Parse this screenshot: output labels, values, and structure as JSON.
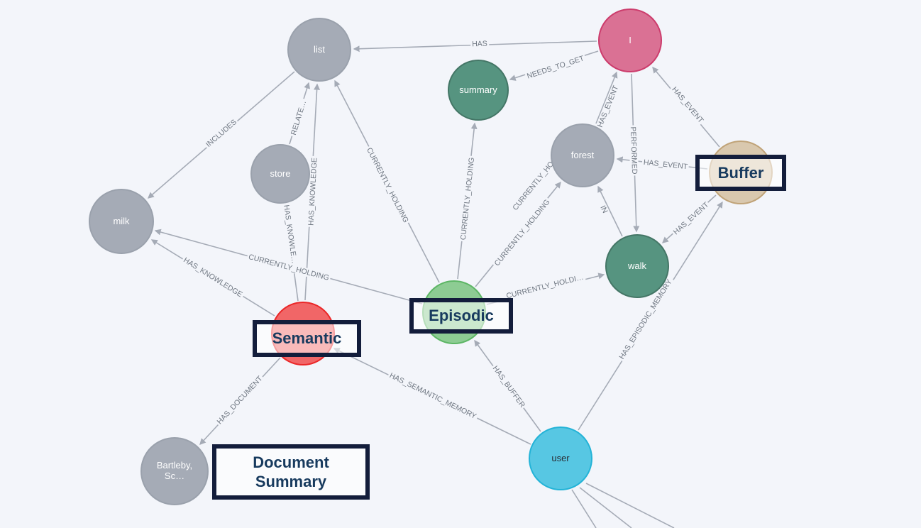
{
  "canvas": {
    "background": "#f3f5fa",
    "edge_color": "#A5ABB6",
    "edge_label_color": "#6e7681"
  },
  "palette": {
    "node_gray": "#A5ABB6",
    "node_rose": "#DA7194",
    "node_green": "#569480",
    "node_light_green": "#8DCC93",
    "node_red": "#F16667",
    "node_blue": "#57C7E3",
    "node_tan": "#D9C8AE",
    "annotation_border": "#131d3b",
    "annotation_text": "#173a5e"
  },
  "graph": {
    "nodes": {
      "list": {
        "label": "list",
        "fill": "#A5ABB6",
        "stroke": "#9AA1AC"
      },
      "i": {
        "label": "I",
        "fill": "#DA7194",
        "stroke": "#CC3C6C"
      },
      "summary": {
        "label": "summary",
        "fill": "#569480",
        "stroke": "#447666"
      },
      "forest": {
        "label": "forest",
        "fill": "#A5ABB6",
        "stroke": "#9AA1AC"
      },
      "buffer": {
        "label": "",
        "fill": "#D9C8AE",
        "stroke": "#C0A378"
      },
      "store": {
        "label": "store",
        "fill": "#A5ABB6",
        "stroke": "#9AA1AC"
      },
      "milk": {
        "label": "milk",
        "fill": "#A5ABB6",
        "stroke": "#9AA1AC"
      },
      "walk": {
        "label": "walk",
        "fill": "#569480",
        "stroke": "#447666"
      },
      "episodic": {
        "label": "",
        "fill": "#8DCC93",
        "stroke": "#5DB665"
      },
      "semantic": {
        "label": "",
        "fill": "#F16667",
        "stroke": "#EB2728"
      },
      "user": {
        "label": "user",
        "fill": "#57C7E3",
        "stroke": "#23B3D7"
      },
      "document": {
        "label": "Bartleby, Sc…",
        "fill": "#A5ABB6",
        "stroke": "#9AA1AC"
      }
    },
    "edges": [
      {
        "from": "I",
        "to": "list",
        "label": "HAS"
      },
      {
        "from": "I",
        "to": "summary",
        "label": "NEEDS_TO_GET"
      },
      {
        "from": "Buffer",
        "to": "I",
        "label": "HAS_EVENT"
      },
      {
        "from": "forest",
        "to": "I",
        "label": "HAS_EVENT"
      },
      {
        "from": "I",
        "to": "walk",
        "label": "PERFORMED"
      },
      {
        "from": "Buffer",
        "to": "forest",
        "label": "HAS_EVENT"
      },
      {
        "from": "walk",
        "to": "forest",
        "label": "IN"
      },
      {
        "from": "Buffer",
        "to": "walk",
        "label": "HAS_EVENT"
      },
      {
        "from": "Episodic",
        "to": "list",
        "label": "CURRENTLY_HOLDING"
      },
      {
        "from": "Episodic",
        "to": "summary",
        "label": "CURRENTLY_HOLDING"
      },
      {
        "from": "Episodic",
        "to": "forest",
        "label": "CURRENTLY_HO…"
      },
      {
        "from": "Episodic",
        "to": "forest",
        "label": "CURRENTLY_HOLDING"
      },
      {
        "from": "Episodic",
        "to": "walk",
        "label": "CURRENTLY_HOLDI…"
      },
      {
        "from": "Episodic",
        "to": "milk",
        "label": "CURRENTLY_HOLDING"
      },
      {
        "from": "Semantic",
        "to": "list",
        "label": "HAS_KNOWLEDGE"
      },
      {
        "from": "Semantic",
        "to": "store",
        "label": "HAS_KNOWLE…"
      },
      {
        "from": "Semantic",
        "to": "milk",
        "label": "HAS_KNOWLEDGE"
      },
      {
        "from": "list",
        "to": "milk",
        "label": "INCLUDES"
      },
      {
        "from": "store",
        "to": "list",
        "label": "RELATE…"
      },
      {
        "from": "user",
        "to": "Episodic",
        "label": "HAS_BUFFER"
      },
      {
        "from": "user",
        "to": "Semantic",
        "label": "HAS_SEMANTIC_MEMORY"
      },
      {
        "from": "user",
        "to": "Buffer",
        "label": "HAS_EPISODIC_MEMORY"
      },
      {
        "from": "Semantic",
        "to": "document",
        "label": "HAS_DOCUMENT"
      }
    ],
    "annotations": {
      "buffer": "Buffer",
      "episodic": "Episodic",
      "semantic": "Semantic",
      "document_summary": "Document Summary"
    }
  }
}
